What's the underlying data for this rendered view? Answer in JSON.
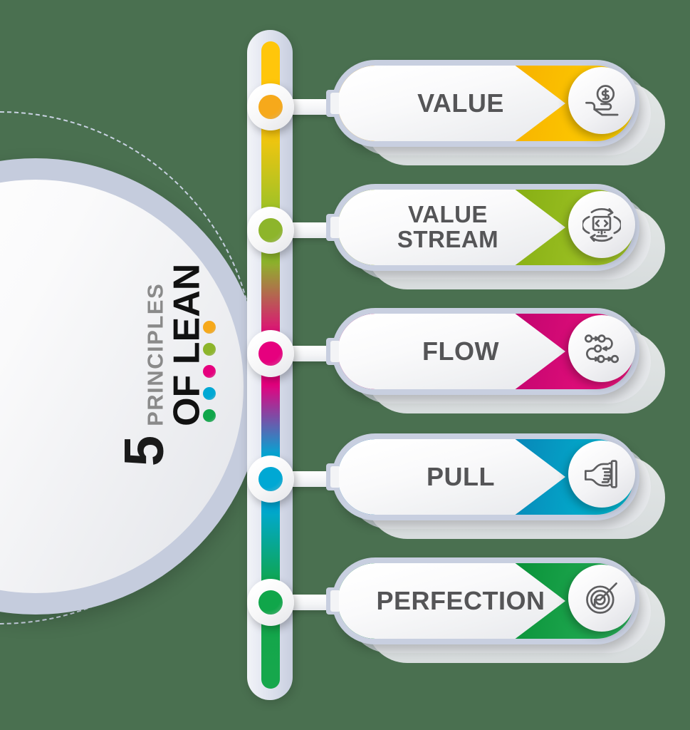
{
  "background_color": "#4A7050",
  "center": {
    "number": "5",
    "line_top": "PRINCIPLES",
    "line_bottom": "OF LEAN",
    "dot_colors": [
      "#F6A91B",
      "#8DB52B",
      "#E6007E",
      "#00A8D4",
      "#10A64A"
    ]
  },
  "timeline": {
    "track_color": "#D5DAE8",
    "segment_colors": [
      "#FFC60B",
      "#8DB52B",
      "#E6007E",
      "#00A8D4",
      "#10A64A"
    ]
  },
  "steps": [
    {
      "index": "1",
      "label": "VALUE",
      "label_lines": [
        "VALUE"
      ],
      "icon": "hand-holding-coin-icon",
      "color": "#F5A800",
      "color_light": "#FFD400",
      "node_color": "#F6A91B"
    },
    {
      "index": "2",
      "label": "VALUE STREAM",
      "label_lines": [
        "VALUE",
        "STREAM"
      ],
      "icon": "monitor-code-cycle-icon",
      "color": "#7FA80E",
      "color_light": "#A6C92B",
      "node_color": "#8DB52B"
    },
    {
      "index": "3",
      "label": "FLOW",
      "label_lines": [
        "FLOW"
      ],
      "icon": "process-flow-nodes-icon",
      "color": "#B5006B",
      "color_light": "#F1147F",
      "node_color": "#E6007E"
    },
    {
      "index": "4",
      "label": "PULL",
      "label_lines": [
        "PULL"
      ],
      "icon": "hand-pulling-handle-icon",
      "color": "#0A78B0",
      "color_light": "#00BFD6",
      "node_color": "#00A8D4"
    },
    {
      "index": "5",
      "label": "PERFECTION",
      "label_lines": [
        "PERFECTION"
      ],
      "icon": "target-arrow-icon",
      "color": "#00892F",
      "color_light": "#2BB35C",
      "node_color": "#10A64A"
    }
  ]
}
